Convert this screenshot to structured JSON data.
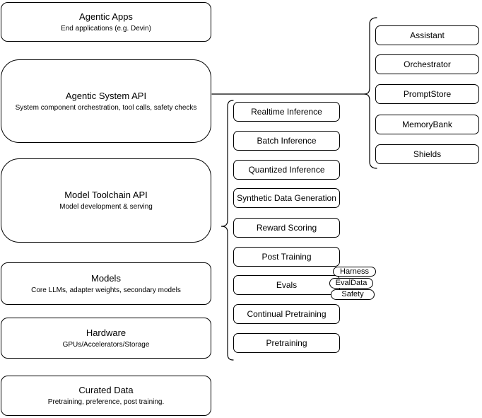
{
  "diagram": {
    "colors": {
      "background": "#ffffff",
      "stroke": "#000000",
      "text": "#000000"
    },
    "left_stack": [
      {
        "title": "Agentic Apps",
        "subtitle": "End applications (e.g. Devin)"
      },
      {
        "title": "Agentic System API",
        "subtitle": "System component orchestration, tool calls, safety checks"
      },
      {
        "title": "Model Toolchain API",
        "subtitle": "Model development & serving"
      },
      {
        "title": "Models",
        "subtitle": "Core LLMs, adapter weights, secondary models"
      },
      {
        "title": "Hardware",
        "subtitle": "GPUs/Accelerators/Storage"
      },
      {
        "title": "Curated Data",
        "subtitle": "Pretraining, preference, post training."
      }
    ],
    "toolchain_items": [
      "Realtime Inference",
      "Batch Inference",
      "Quantized Inference",
      "Synthetic Data Generation",
      "Reward Scoring",
      "Post Training",
      "Evals",
      "Continual Pretraining",
      "Pretraining"
    ],
    "evals_pills": [
      "Harness",
      "EvalData",
      "Safety"
    ],
    "system_components": [
      "Assistant",
      "Orchestrator",
      "PromptStore",
      "MemoryBank",
      "Shields"
    ]
  }
}
